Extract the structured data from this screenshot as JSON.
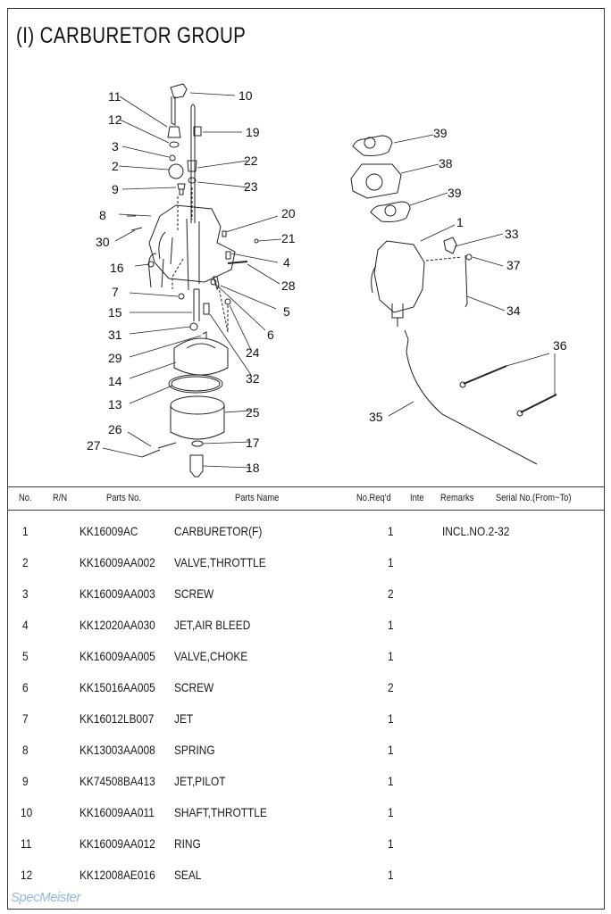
{
  "page": {
    "title": "(I) CARBURETOR GROUP"
  },
  "diagram": {
    "callouts": [
      "11",
      "10",
      "12",
      "19",
      "3",
      "2",
      "22",
      "9",
      "23",
      "8",
      "20",
      "30",
      "21",
      "16",
      "4",
      "7",
      "28",
      "15",
      "5",
      "31",
      "6",
      "29",
      "24",
      "14",
      "32",
      "13",
      "25",
      "26",
      "27",
      "17",
      "18",
      "39",
      "38",
      "39",
      "1",
      "33",
      "37",
      "34",
      "36",
      "35"
    ]
  },
  "table": {
    "headers": {
      "no": "No.",
      "rn": "R/N",
      "parts_no": "Parts No.",
      "parts_name": "Parts Name",
      "qty": "No.Req'd",
      "inte": "Inte",
      "remarks": "Remarks",
      "serial": "Serial No.(From~To)"
    },
    "rows": [
      {
        "no": "1",
        "parts_no": "KK16009AC",
        "parts_name": "CARBURETOR(F)",
        "qty": "1",
        "remarks": "INCL.NO.2-32"
      },
      {
        "no": "2",
        "parts_no": "KK16009AA002",
        "parts_name": "VALVE,THROTTLE",
        "qty": "1",
        "remarks": ""
      },
      {
        "no": "3",
        "parts_no": "KK16009AA003",
        "parts_name": "SCREW",
        "qty": "2",
        "remarks": ""
      },
      {
        "no": "4",
        "parts_no": "KK12020AA030",
        "parts_name": "JET,AIR BLEED",
        "qty": "1",
        "remarks": ""
      },
      {
        "no": "5",
        "parts_no": "KK16009AA005",
        "parts_name": "VALVE,CHOKE",
        "qty": "1",
        "remarks": ""
      },
      {
        "no": "6",
        "parts_no": "KK15016AA005",
        "parts_name": "SCREW",
        "qty": "2",
        "remarks": ""
      },
      {
        "no": "7",
        "parts_no": "KK16012LB007",
        "parts_name": "JET",
        "qty": "1",
        "remarks": ""
      },
      {
        "no": "8",
        "parts_no": "KK13003AA008",
        "parts_name": "SPRING",
        "qty": "1",
        "remarks": ""
      },
      {
        "no": "9",
        "parts_no": "KK74508BA413",
        "parts_name": "JET,PILOT",
        "qty": "1",
        "remarks": ""
      },
      {
        "no": "10",
        "parts_no": "KK16009AA011",
        "parts_name": "SHAFT,THROTTLE",
        "qty": "1",
        "remarks": ""
      },
      {
        "no": "11",
        "parts_no": "KK16009AA012",
        "parts_name": "RING",
        "qty": "1",
        "remarks": ""
      },
      {
        "no": "12",
        "parts_no": "KK12008AE016",
        "parts_name": "SEAL",
        "qty": "1",
        "remarks": ""
      }
    ]
  },
  "watermark": "SpecMeister"
}
